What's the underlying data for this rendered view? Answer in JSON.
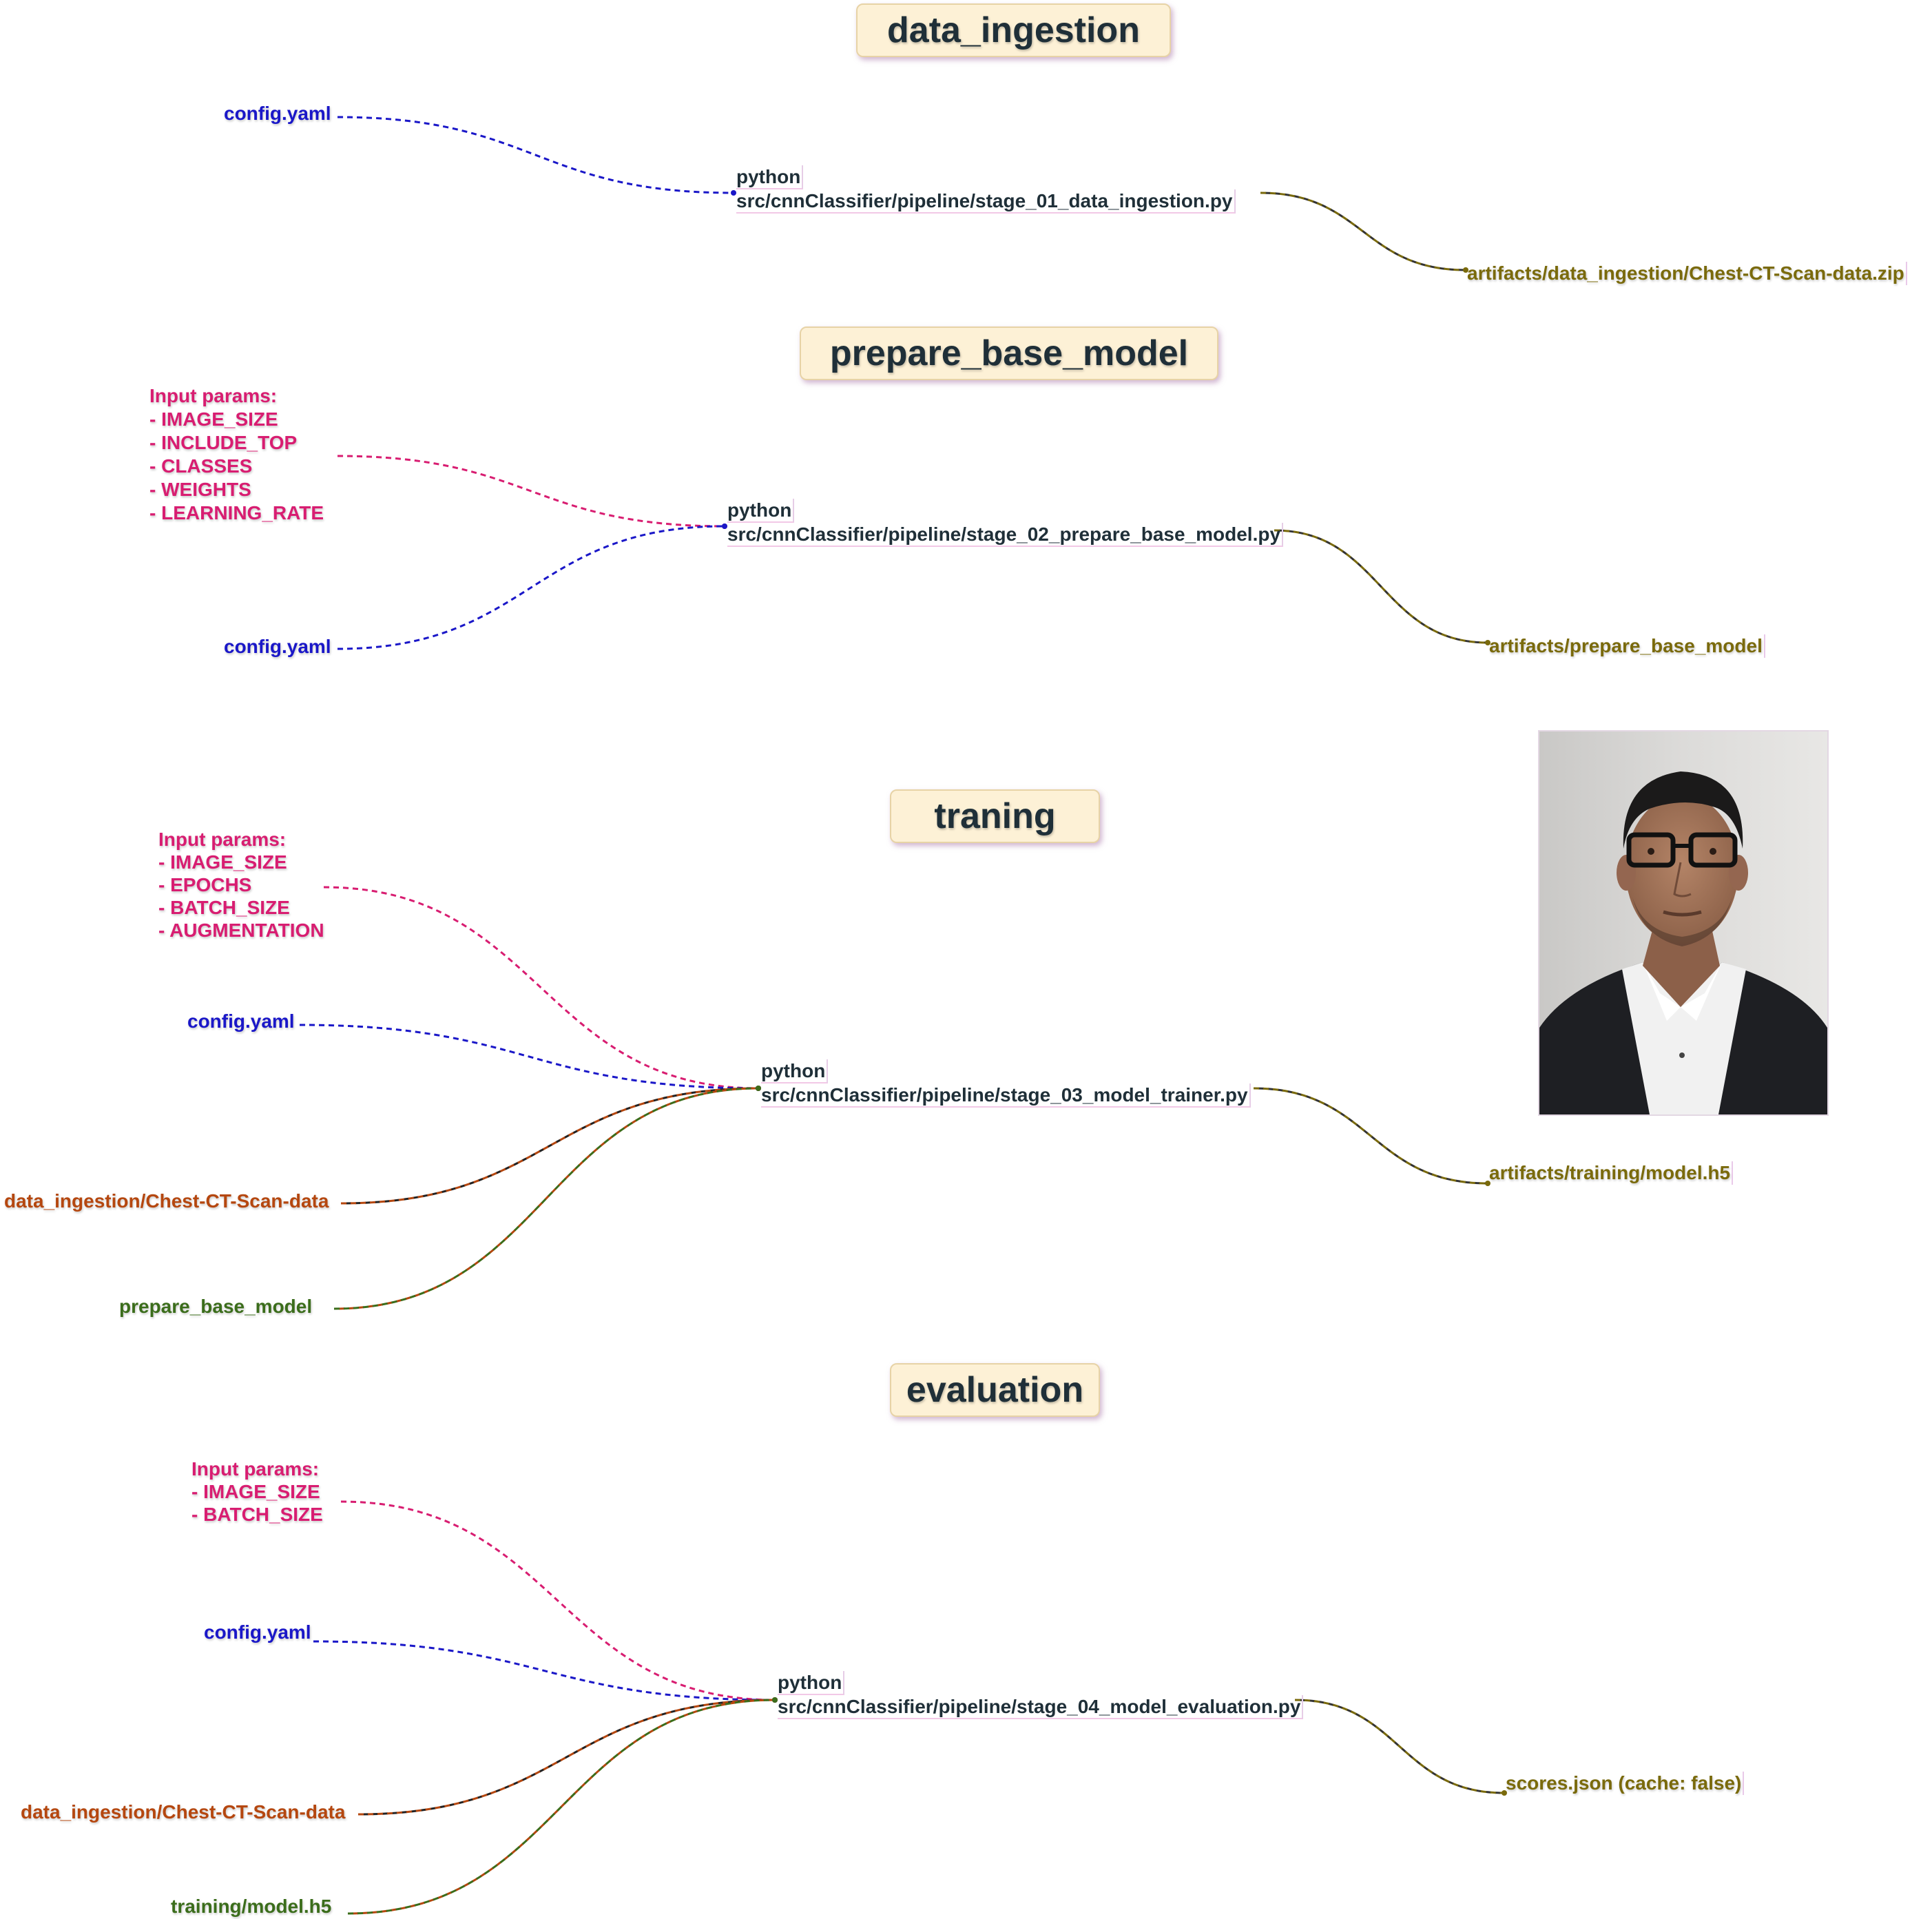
{
  "stages": [
    {
      "title": "data_ingestion",
      "command": [
        "python",
        "src/cnnClassifier/pipeline/stage_01_data_ingestion.py"
      ],
      "inputs": [
        {
          "kind": "config",
          "text": "config.yaml"
        }
      ],
      "output": "artifacts/data_ingestion/Chest-CT-Scan-data.zip"
    },
    {
      "title": "prepare_base_model",
      "command": [
        "python",
        "src/cnnClassifier/pipeline/stage_02_prepare_base_model.py"
      ],
      "inputs": [
        {
          "kind": "params",
          "text": "Input params:\n- IMAGE_SIZE\n- INCLUDE_TOP\n- CLASSES\n- WEIGHTS\n- LEARNING_RATE"
        },
        {
          "kind": "config",
          "text": "config.yaml"
        }
      ],
      "output": "artifacts/prepare_base_model"
    },
    {
      "title": "traning",
      "command": [
        "python",
        "src/cnnClassifier/pipeline/stage_03_model_trainer.py"
      ],
      "inputs": [
        {
          "kind": "params",
          "text": "Input params:\n- IMAGE_SIZE\n- EPOCHS\n- BATCH_SIZE\n- AUGMENTATION"
        },
        {
          "kind": "config",
          "text": "config.yaml"
        },
        {
          "kind": "data",
          "text": "data_ingestion/Chest-CT-Scan-data"
        },
        {
          "kind": "model",
          "text": "prepare_base_model"
        }
      ],
      "output": "artifacts/training/model.h5"
    },
    {
      "title": "evaluation",
      "command": [
        "python",
        "src/cnnClassifier/pipeline/stage_04_model_evaluation.py"
      ],
      "inputs": [
        {
          "kind": "params",
          "text": "Input params:\n- IMAGE_SIZE\n- BATCH_SIZE"
        },
        {
          "kind": "config",
          "text": "config.yaml"
        },
        {
          "kind": "data",
          "text": "data_ingestion/Chest-CT-Scan-data"
        },
        {
          "kind": "model",
          "text": "training/model.h5"
        }
      ],
      "output": "scores.json (cache: false)"
    }
  ],
  "photo": {
    "subject": "portrait-photo"
  },
  "colors": {
    "config": "#1a17c8",
    "params": "#d81d71",
    "data": "#b5470f",
    "model": "#3b6d1b",
    "output": "#7a6a0c",
    "title_bg": "#fdf1d6"
  }
}
